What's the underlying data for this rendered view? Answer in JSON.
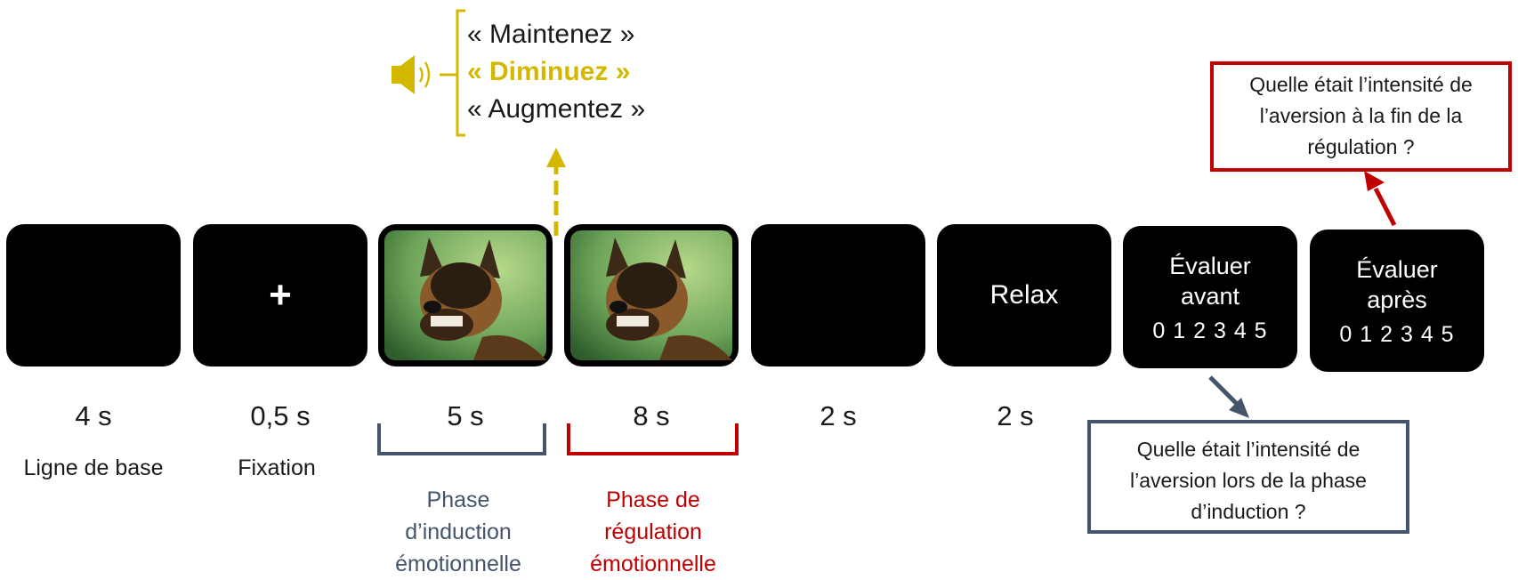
{
  "instructions": {
    "items": [
      "« Maintenez »",
      "« Diminuez »",
      "« Augmentez »"
    ],
    "highlight_index": 1,
    "highlight_color": "#d4b800",
    "icon": "speaker-icon"
  },
  "screens": {
    "fixation_symbol": "+",
    "relax_text": "Relax",
    "rate_before_title": "Évaluer avant",
    "rate_after_title": "Évaluer après",
    "scale": "0 1 2 3 4 5"
  },
  "durations": [
    "4 s",
    "0,5 s",
    "5 s",
    "8 s",
    "2 s",
    "2 s"
  ],
  "labels": {
    "baseline": "Ligne de base",
    "fixation": "Fixation"
  },
  "phases": {
    "induction": "Phase d’induction émotionnelle",
    "regulation": "Phase de régulation émotionnelle",
    "induction_color": "#44546a",
    "regulation_color": "#c00000"
  },
  "questions": {
    "after": "Quelle était l’intensité de l’aversion à la fin de la régulation ?",
    "before": "Quelle était l’intensité de l’aversion lors de la phase d’induction ?"
  }
}
